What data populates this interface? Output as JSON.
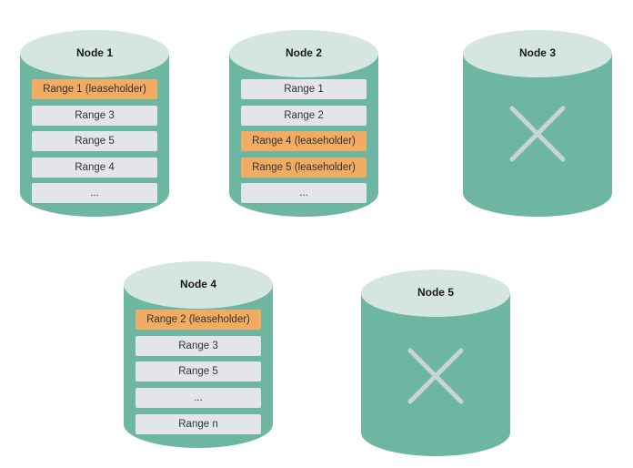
{
  "colors": {
    "cylinder_body": "#6db6a2",
    "cylinder_top": "#d5e6e1",
    "range_normal": "#e4e5e8",
    "range_leaseholder": "#f2ab63",
    "x_mark": "#c9d3d0"
  },
  "nodes": [
    {
      "title": "Node 1",
      "dead": false,
      "ranges": [
        {
          "label": "Range 1 (leaseholder)",
          "leaseholder": true
        },
        {
          "label": "Range 3",
          "leaseholder": false
        },
        {
          "label": "Range 5",
          "leaseholder": false
        },
        {
          "label": "Range 4",
          "leaseholder": false
        },
        {
          "label": "...",
          "leaseholder": false
        }
      ]
    },
    {
      "title": "Node 2",
      "dead": false,
      "ranges": [
        {
          "label": "Range 1",
          "leaseholder": false
        },
        {
          "label": "Range 2",
          "leaseholder": false
        },
        {
          "label": "Range 4 (leaseholder)",
          "leaseholder": true
        },
        {
          "label": "Range 5 (leaseholder)",
          "leaseholder": true
        },
        {
          "label": "...",
          "leaseholder": false
        }
      ]
    },
    {
      "title": "Node 3",
      "dead": true,
      "ranges": []
    },
    {
      "title": "Node 4",
      "dead": false,
      "ranges": [
        {
          "label": "Range 2 (leaseholder)",
          "leaseholder": true
        },
        {
          "label": "Range 3",
          "leaseholder": false
        },
        {
          "label": "Range 5",
          "leaseholder": false
        },
        {
          "label": "...",
          "leaseholder": false
        },
        {
          "label": "Range n",
          "leaseholder": false
        }
      ]
    },
    {
      "title": "Node 5",
      "dead": true,
      "ranges": []
    }
  ]
}
